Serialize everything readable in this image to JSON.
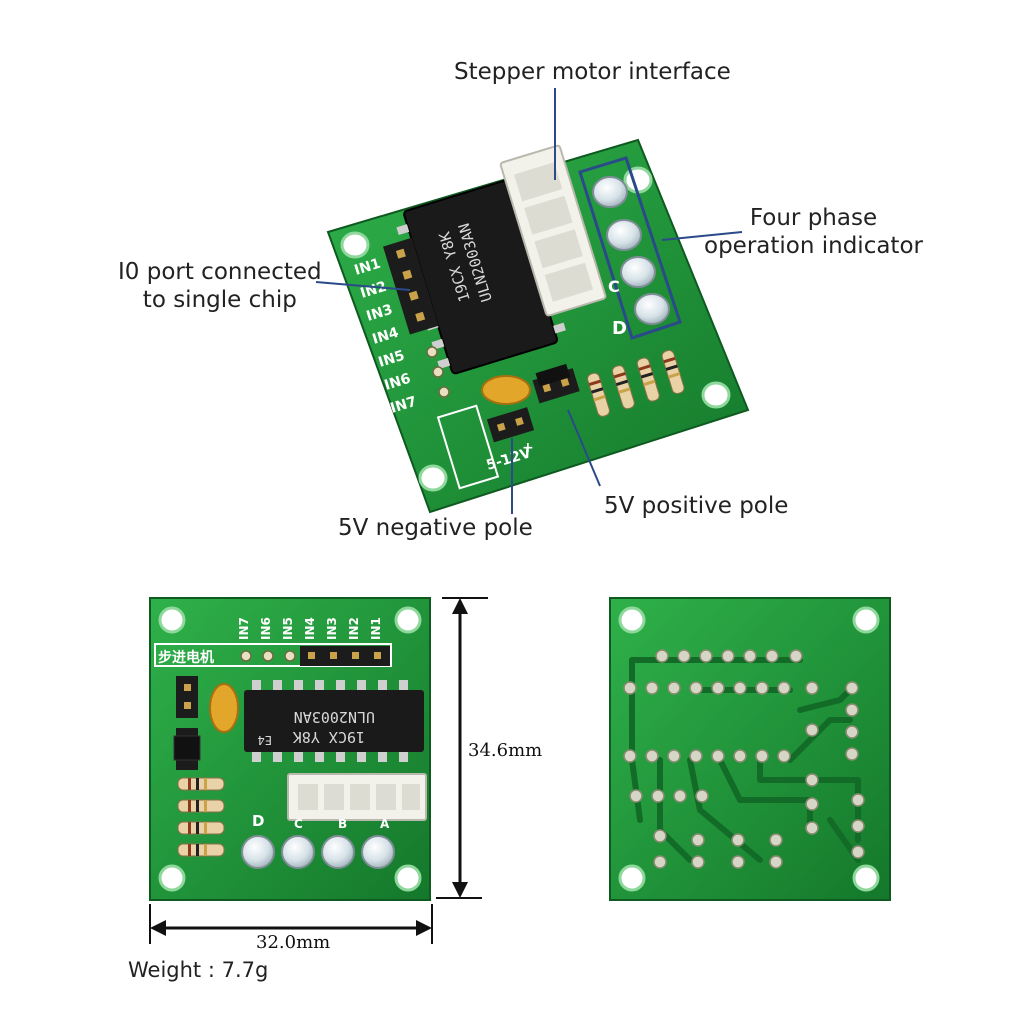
{
  "callouts": {
    "stepper_motor_interface": "Stepper motor interface",
    "four_phase_indicator": "Four phase\noperation indicator",
    "io_port": "I0 port connected\nto single chip",
    "negative_pole": "5V negative pole",
    "positive_pole": "5V positive pole"
  },
  "board_labels": {
    "inputs": [
      "IN1",
      "IN2",
      "IN3",
      "IN4",
      "IN5",
      "IN6",
      "IN7"
    ],
    "chinese": "步进电机",
    "voltage": "5-12V",
    "plus": "+",
    "minus": "-",
    "phase_letters": [
      "A",
      "B",
      "C",
      "D"
    ],
    "chip_line1": "19CX Y8K",
    "chip_line2": "ULN2003AN",
    "chip_marking": "E4"
  },
  "dimensions": {
    "height": "34.6mm",
    "width": "32.0mm"
  },
  "weight": "Weight : 7.7g",
  "colors": {
    "pcb_green": "#1f9a3a",
    "pcb_dark": "#126b26",
    "chip": "#1a1a1a",
    "connector": "#f2f2ea",
    "led": "#e4ecf0",
    "capacitor": "#e2a62a"
  }
}
